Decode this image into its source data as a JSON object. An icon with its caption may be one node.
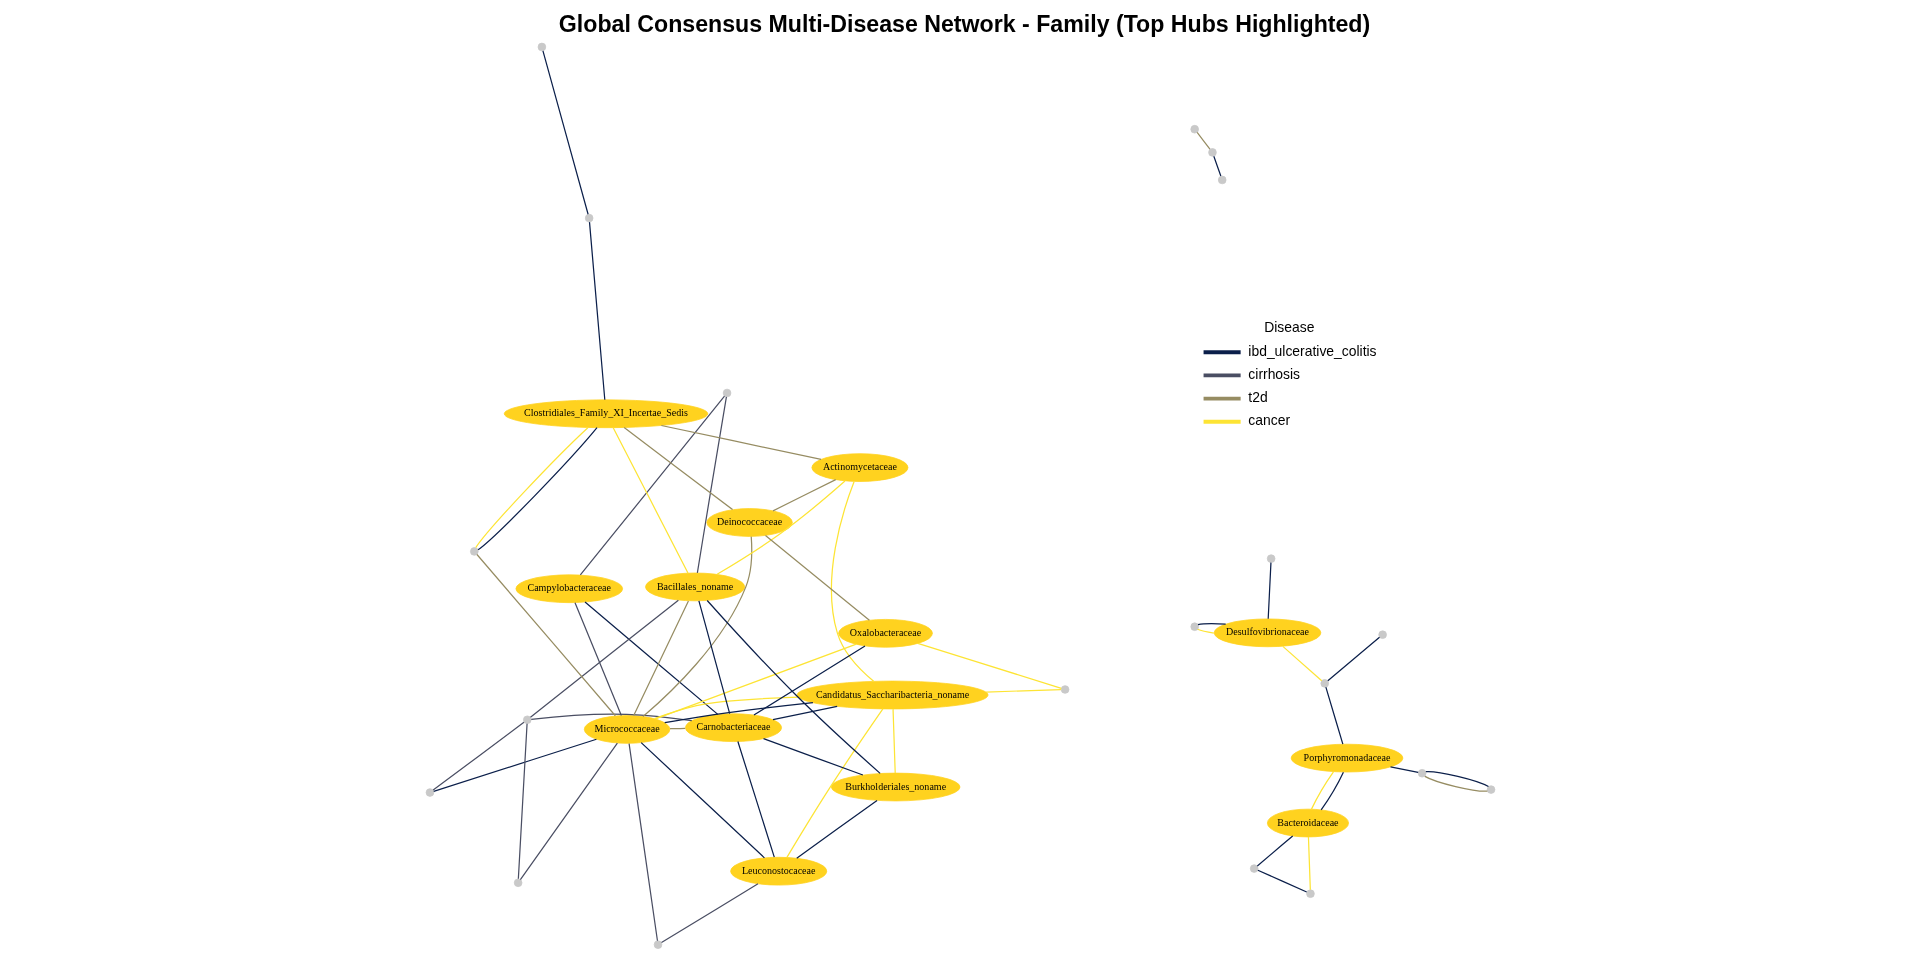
{
  "diagram": {
    "title": "Global Consensus Multi-Disease Network - Family (Top Hubs Highlighted)",
    "nodes": [
      {
        "text": [],
        "shape": "circle"
      },
      {
        "text": [],
        "shape": "circle"
      },
      {
        "text": [
          "Desulfovibrionaceae"
        ]
      },
      {
        "text": [],
        "shape": "circle"
      },
      {
        "text": [],
        "shape": "circle"
      },
      {
        "text": [],
        "shape": "circle"
      },
      {
        "text": [
          "Porphyromonadaceae"
        ]
      },
      {
        "text": [],
        "shape": "circle"
      },
      {
        "text": [],
        "shape": "circle"
      },
      {
        "text": [
          "Bacteroidaceae"
        ]
      },
      {
        "text": [
          "Campylobacteraceae"
        ]
      },
      {
        "text": [],
        "shape": "circle"
      },
      {
        "text": [],
        "shape": "circle"
      },
      {
        "text": [],
        "shape": "circle"
      },
      {
        "text": [],
        "shape": "circle"
      },
      {
        "text": [
          "Micrococcaceae"
        ]
      },
      {
        "text": [
          "Leuconostocaceae"
        ]
      },
      {
        "text": [],
        "shape": "circle"
      },
      {
        "text": [
          "Bacillales_noname"
        ]
      },
      {
        "text": [
          "Carnobacteriaceae"
        ]
      },
      {
        "text": [
          "Burkholderiales_noname"
        ]
      },
      {
        "text": [
          "Candidatus_Saccharibacteria_noname"
        ]
      },
      {
        "text": [
          "Actinomycetaceae"
        ]
      },
      {
        "text": [],
        "shape": "circle"
      },
      {
        "text": [
          "Oxalobacteraceae"
        ]
      },
      {
        "text": [
          "Deinococcaceae"
        ]
      },
      {
        "text": [
          "Clostridiales_Family_XI_Incertae_Sedis"
        ]
      },
      {
        "text": [],
        "shape": "circle"
      },
      {
        "text": [],
        "shape": "circle"
      },
      {
        "text": [],
        "shape": "circle"
      },
      {
        "text": [],
        "shape": "circle"
      },
      {
        "text": [],
        "shape": "circle"
      },
      {
        "text": [],
        "shape": "circle"
      },
      {
        "text": [],
        "shape": "circle"
      }
    ],
    "edges": [
      {
        "from": 0,
        "to": 2,
        "arrow": "none"
      },
      {
        "from": 0,
        "to": 2,
        "arrow": "none",
        "color": "#fde434"
      },
      {
        "from": 1,
        "to": 2,
        "arrow": "none"
      },
      {
        "from": 2,
        "to": 3,
        "arrow": "none",
        "color": "#fde434"
      },
      {
        "from": 4,
        "to": 3,
        "arrow": "none"
      },
      {
        "from": 3,
        "to": 6,
        "arrow": "none"
      },
      {
        "from": 6,
        "to": 9,
        "arrow": "none"
      },
      {
        "from": 6,
        "to": 9,
        "arrow": "none",
        "color": "#fde434"
      },
      {
        "from": 6,
        "to": 13,
        "arrow": "none"
      },
      {
        "from": 13,
        "to": 23,
        "arrow": "none"
      },
      {
        "from": 13,
        "to": 23,
        "arrow": "none",
        "color": "#968c62"
      },
      {
        "from": 9,
        "to": 14,
        "arrow": "none"
      },
      {
        "from": 9,
        "to": 17,
        "arrow": "none",
        "color": "#fde434"
      },
      {
        "from": 14,
        "to": 17,
        "arrow": "none"
      },
      {
        "from": 30,
        "to": 32,
        "arrow": "none",
        "color": "#968c62"
      },
      {
        "from": 32,
        "to": 33,
        "arrow": "none"
      },
      {
        "from": 26,
        "to": 28,
        "arrow": "none"
      },
      {
        "from": 26,
        "to": 28,
        "arrow": "none",
        "color": "#fde434"
      },
      {
        "from": 26,
        "to": 29,
        "arrow": "none"
      },
      {
        "from": 29,
        "to": 31,
        "arrow": "none"
      },
      {
        "from": 7,
        "to": 15,
        "arrow": "none",
        "color": "#4a4e63"
      },
      {
        "from": 7,
        "to": 12,
        "arrow": "none",
        "color": "#4a4e63"
      },
      {
        "from": 5,
        "to": 15,
        "arrow": "none"
      },
      {
        "from": 5,
        "to": 12,
        "arrow": "none",
        "color": "#4a4e63"
      },
      {
        "from": 8,
        "to": 15,
        "arrow": "none",
        "color": "#4a4e63"
      },
      {
        "from": 8,
        "to": 16,
        "arrow": "none",
        "color": "#4a4e63"
      },
      {
        "from": 10,
        "to": 15,
        "arrow": "none",
        "color": "#4a4e63"
      },
      {
        "from": 10,
        "to": 11,
        "arrow": "none",
        "color": "#4a4e63"
      },
      {
        "from": 10,
        "to": 19,
        "arrow": "none"
      },
      {
        "from": 11,
        "to": 18,
        "arrow": "none",
        "color": "#4a4e63"
      },
      {
        "from": 12,
        "to": 18,
        "arrow": "none",
        "color": "#4a4e63"
      },
      {
        "from": 12,
        "to": 19,
        "arrow": "none",
        "color": "#4a4e63"
      },
      {
        "from": 16,
        "to": 15,
        "arrow": "none"
      },
      {
        "from": 16,
        "to": 20,
        "arrow": "none"
      },
      {
        "from": 16,
        "to": 19,
        "arrow": "none"
      },
      {
        "from": 16,
        "to": 21,
        "arrow": "none",
        "color": "#fde434"
      },
      {
        "from": 20,
        "to": 19,
        "arrow": "none"
      },
      {
        "from": 20,
        "to": 18,
        "arrow": "none"
      },
      {
        "from": 20,
        "to": 21,
        "arrow": "none",
        "color": "#fde434"
      },
      {
        "from": 19,
        "to": 18,
        "arrow": "none"
      },
      {
        "from": 21,
        "to": 15,
        "arrow": "none"
      },
      {
        "from": 15,
        "to": 21,
        "arrow": "none",
        "color": "#fde434"
      },
      {
        "from": 15,
        "to": 24,
        "arrow": "none",
        "color": "#fde434"
      },
      {
        "from": 15,
        "to": 19,
        "arrow": "none",
        "color": "#968c62"
      },
      {
        "from": 15,
        "to": 25,
        "arrow": "none",
        "color": "#968c62"
      },
      {
        "from": 15,
        "to": 18,
        "arrow": "none",
        "color": "#968c62"
      },
      {
        "from": 15,
        "to": 28,
        "arrow": "none",
        "color": "#968c62"
      },
      {
        "from": 21,
        "to": 22,
        "arrow": "none",
        "color": "#fde434"
      },
      {
        "from": 22,
        "to": 18,
        "arrow": "none",
        "color": "#fde434"
      },
      {
        "from": 18,
        "to": 26,
        "arrow": "none",
        "color": "#fde434"
      },
      {
        "from": 22,
        "to": 25,
        "arrow": "none",
        "color": "#968c62"
      },
      {
        "from": 22,
        "to": 26,
        "arrow": "none",
        "color": "#968c62"
      },
      {
        "from": 24,
        "to": 25,
        "arrow": "none",
        "color": "#968c62"
      },
      {
        "from": 25,
        "to": 26,
        "arrow": "none",
        "color": "#968c62"
      },
      {
        "from": 24,
        "to": 27,
        "arrow": "none",
        "color": "#fde434"
      },
      {
        "from": 21,
        "to": 27,
        "arrow": "none",
        "color": "#fde434"
      },
      {
        "from": 24,
        "to": 19,
        "arrow": "none"
      },
      {
        "from": 21,
        "to": 19,
        "arrow": "none"
      }
    ],
    "labels": [
      "Disease"
    ],
    "legend": [
      {
        "text": "ibd_ulcerative_colitis"
      },
      {
        "text": "cirrhosis"
      },
      {
        "text": "t2d"
      },
      {
        "text": "cancer"
      }
    ]
  }
}
